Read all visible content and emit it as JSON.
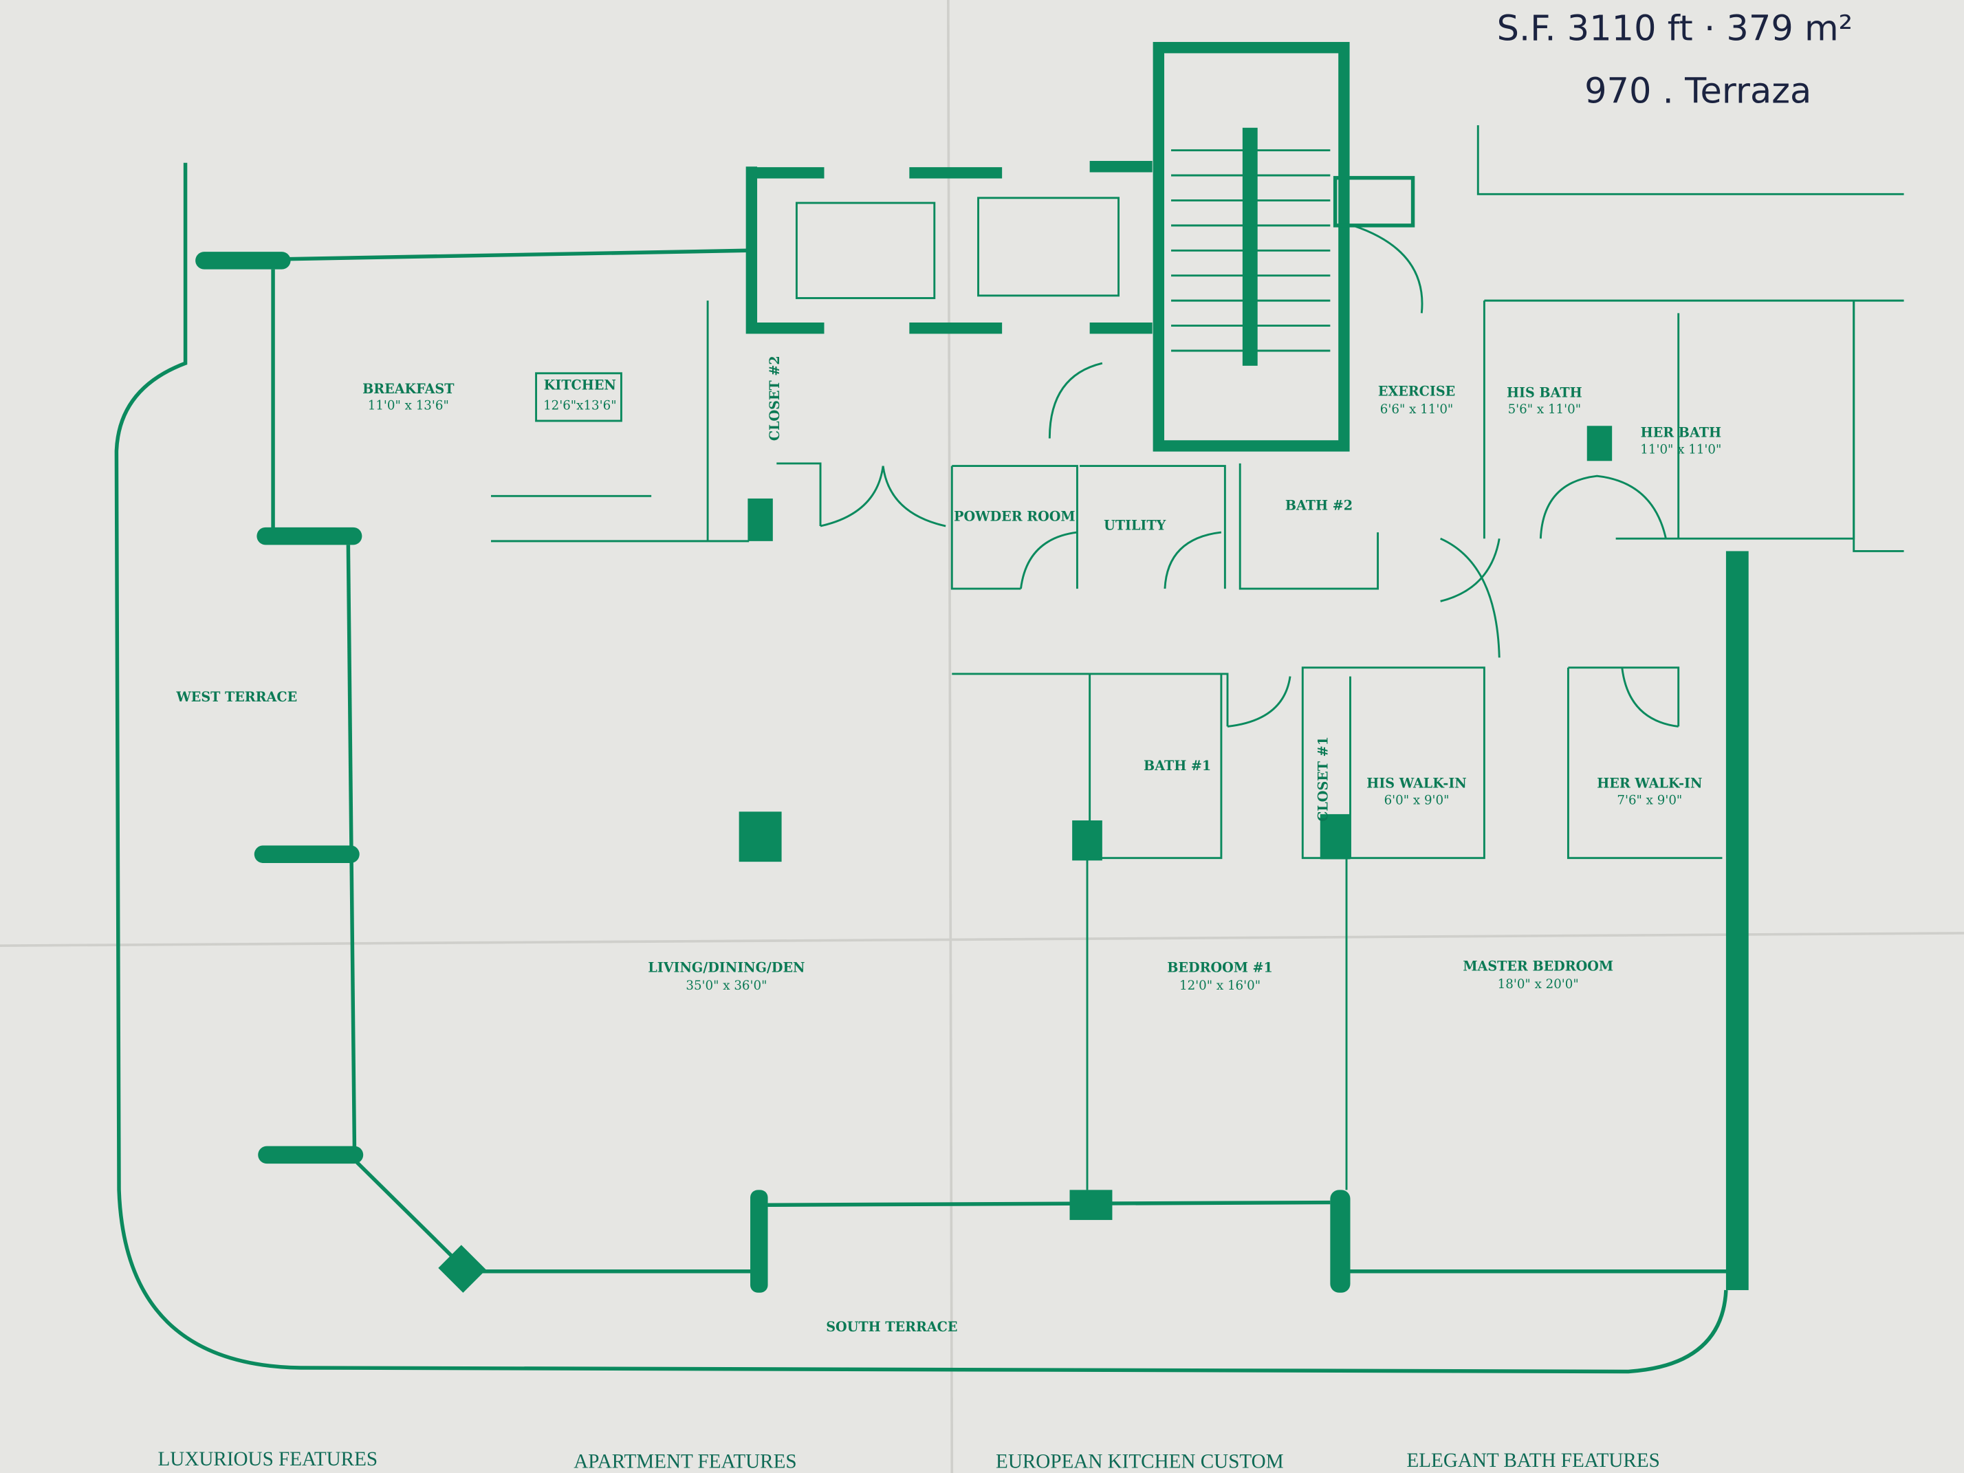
{
  "annotation": {
    "line1": "S.F. 3110 ft · 379 m²",
    "line2": "970 . Terraza"
  },
  "rooms": {
    "breakfast": {
      "name": "BREAKFAST",
      "dims": "11'0\" x 13'6\""
    },
    "kitchen": {
      "name": "KITCHEN",
      "dims": "12'6\"x13'6\""
    },
    "closet2": {
      "name": "CLOSET #2"
    },
    "powder": {
      "name": "POWDER ROOM"
    },
    "utility": {
      "name": "UTILITY"
    },
    "bath2": {
      "name": "BATH #2"
    },
    "exercise": {
      "name": "EXERCISE",
      "dims": "6'6\" x 11'0\""
    },
    "his_bath": {
      "name": "HIS BATH",
      "dims": "5'6\" x 11'0\""
    },
    "her_bath": {
      "name": "HER BATH",
      "dims": "11'0\" x 11'0\""
    },
    "west_terrace": {
      "name": "WEST TERRACE"
    },
    "bath1": {
      "name": "BATH #1"
    },
    "closet1": {
      "name": "CLOSET #1"
    },
    "his_walkin": {
      "name": "HIS WALK-IN",
      "dims": "6'0\" x 9'0\""
    },
    "her_walkin": {
      "name": "HER WALK-IN",
      "dims": "7'6\" x 9'0\""
    },
    "living": {
      "name": "LIVING/DINING/DEN",
      "dims": "35'0\" x 36'0\""
    },
    "bedroom1": {
      "name": "BEDROOM #1",
      "dims": "12'0\" x 16'0\""
    },
    "master": {
      "name": "MASTER BEDROOM",
      "dims": "18'0\" x 20'0\""
    },
    "south_terrace": {
      "name": "SOUTH TERRACE"
    }
  },
  "footer": [
    "LUXURIOUS FEATURES",
    "APARTMENT FEATURES",
    "EUROPEAN KITCHEN CUSTOM",
    "ELEGANT BATH FEATURES"
  ],
  "colors": {
    "ink": "#0b8a5e",
    "paper": "#e6e6e3"
  }
}
